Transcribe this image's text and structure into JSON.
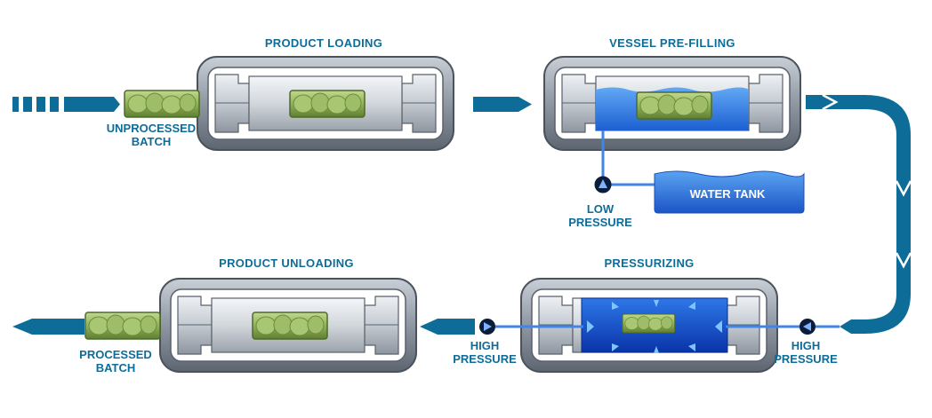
{
  "stages": {
    "loading": {
      "title": "PRODUCT LOADING"
    },
    "prefilling": {
      "title": "VESSEL PRE-FILLING"
    },
    "pressurizing": {
      "title": "PRESSURIZING"
    },
    "unloading": {
      "title": "PRODUCT UNLOADING"
    }
  },
  "labels": {
    "unprocessed_1": "UNPROCESSED",
    "unprocessed_2": "BATCH",
    "processed_1": "PROCESSED",
    "processed_2": "BATCH",
    "low_pressure_1": "LOW",
    "low_pressure_2": "PRESSURE",
    "high_left_1": "HIGH",
    "high_left_2": "PRESSURE",
    "high_right_1": "HIGH",
    "high_right_2": "PRESSURE",
    "water_tank": "WATER TANK"
  },
  "colors": {
    "flow": "#0e6d98",
    "water": "#2f7fe0",
    "water_dark": "#0d3fb8",
    "vessel": "#8f98a4",
    "product": "#8fb35a"
  }
}
